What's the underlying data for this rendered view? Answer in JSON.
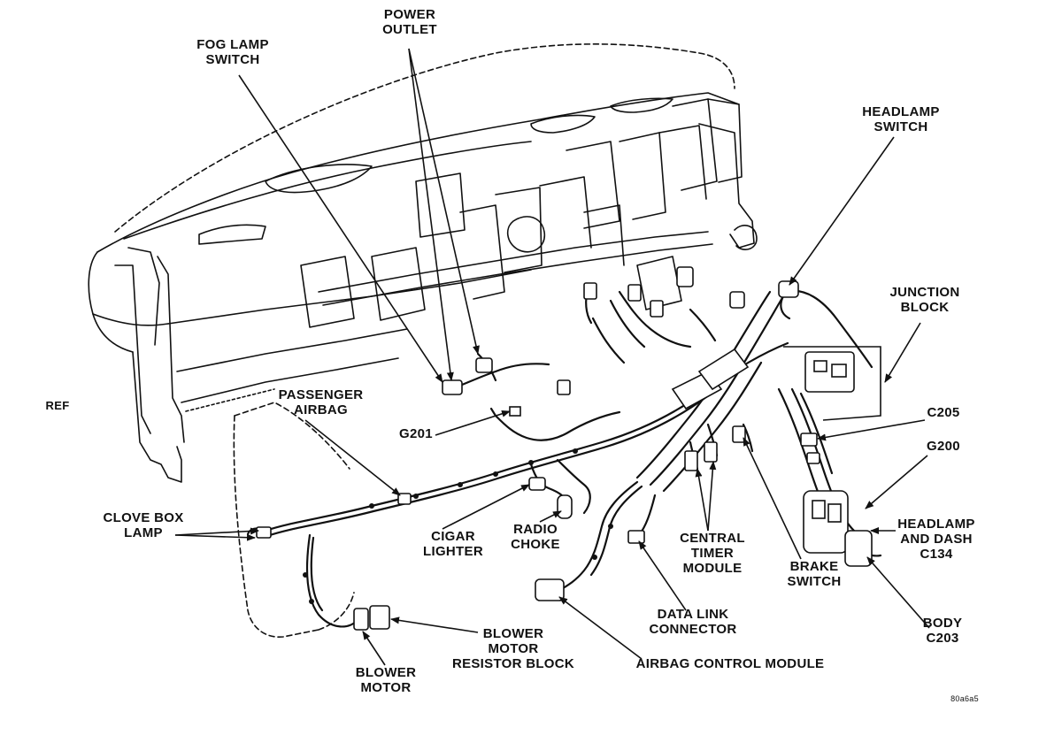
{
  "labels": {
    "power_outlet": [
      "POWER",
      "OUTLET"
    ],
    "fog_lamp_switch": [
      "FOG LAMP",
      "SWITCH"
    ],
    "headlamp_switch": [
      "HEADLAMP",
      "SWITCH"
    ],
    "junction_block": [
      "JUNCTION",
      "BLOCK"
    ],
    "passenger_airbag": [
      "PASSENGER",
      "AIRBAG"
    ],
    "g201": "G201",
    "c205": "C205",
    "g200": "G200",
    "glove_box_lamp": [
      "CLOVE BOX",
      "LAMP"
    ],
    "cigar_lighter": [
      "CIGAR",
      "LIGHTER"
    ],
    "radio_choke": [
      "RADIO",
      "CHOKE"
    ],
    "central_timer_module": [
      "CENTRAL",
      "TIMER",
      "MODULE"
    ],
    "brake_switch": [
      "BRAKE",
      "SWITCH"
    ],
    "headlamp_and_dash": [
      "HEADLAMP",
      "AND DASH",
      "C134"
    ],
    "body_c203": [
      "BODY",
      "C203"
    ],
    "data_link_connector": [
      "DATA LINK",
      "CONNECTOR"
    ],
    "blower_motor_resistor": [
      "BLOWER",
      "MOTOR",
      "RESISTOR BLOCK"
    ],
    "blower_motor": [
      "BLOWER",
      "MOTOR"
    ],
    "airbag_control_module": "AIRBAG CONTROL MODULE",
    "orientation_mark": "REF",
    "figure_code": "80a6a5"
  },
  "colors": {
    "ink": "#111111",
    "paper": "#ffffff"
  }
}
